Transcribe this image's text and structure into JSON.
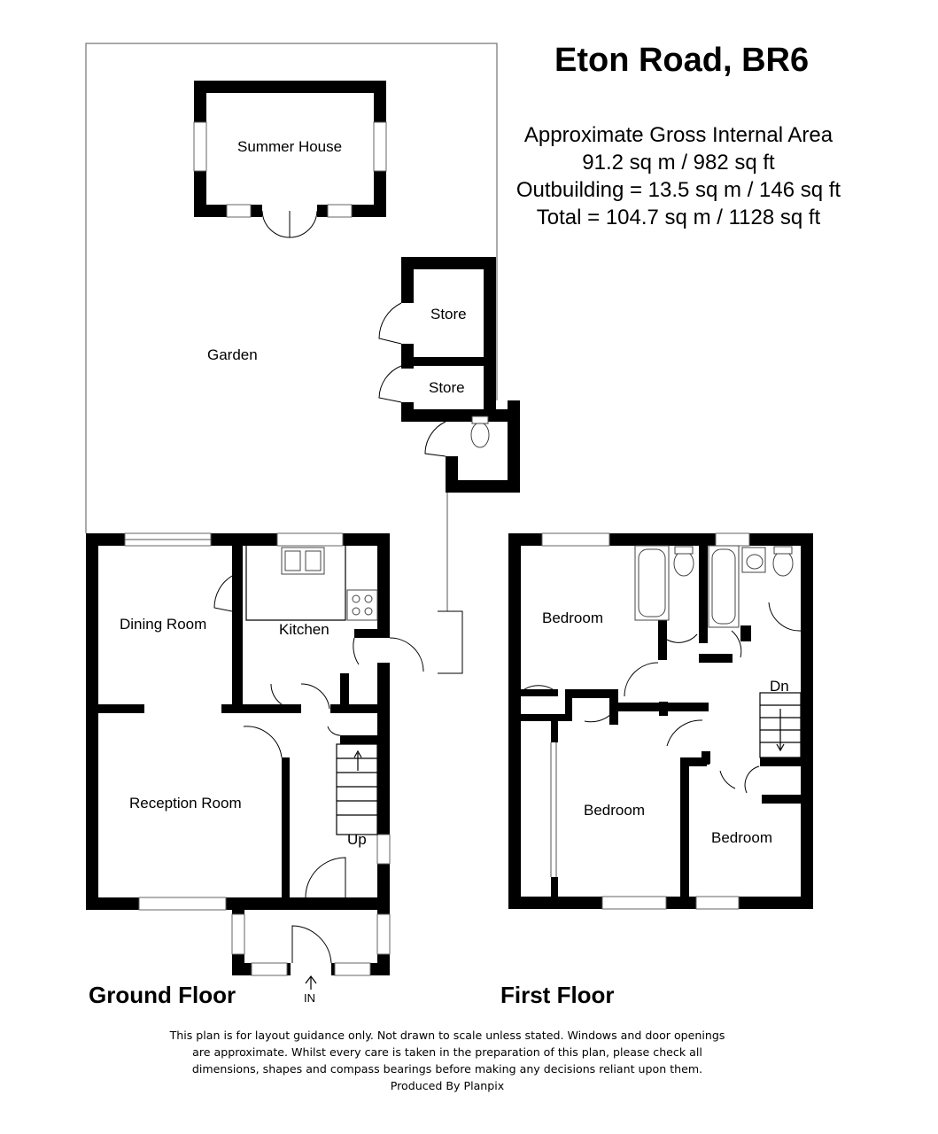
{
  "title": "Eton Road, BR6",
  "area": {
    "line1": "Approximate Gross Internal Area",
    "line2": "91.2 sq m / 982 sq ft",
    "line3": "Outbuilding = 13.5 sq m / 146 sq ft",
    "line4": "Total = 104.7 sq m / 1128 sq ft"
  },
  "rooms": {
    "summer_house": "Summer House",
    "store_upper": "Store",
    "store_lower": "Store",
    "garden": "Garden",
    "dining_room": "Dining Room",
    "kitchen": "Kitchen",
    "reception_room": "Reception Room",
    "up": "Up",
    "in": "IN",
    "bedroom_1": "Bedroom",
    "bedroom_2": "Bedroom",
    "bedroom_3": "Bedroom",
    "dn": "Dn"
  },
  "floors": {
    "ground": "Ground Floor",
    "first": "First Floor"
  },
  "disclaimer": {
    "line1": "This plan is for layout guidance only. Not drawn to scale unless stated. Windows and door openings",
    "line2": "are approximate. Whilst every care is taken in the preparation of this plan, please check all",
    "line3": "dimensions, shapes and compass bearings before making any decisions reliant upon them.",
    "line4": "Produced By Planpix"
  }
}
